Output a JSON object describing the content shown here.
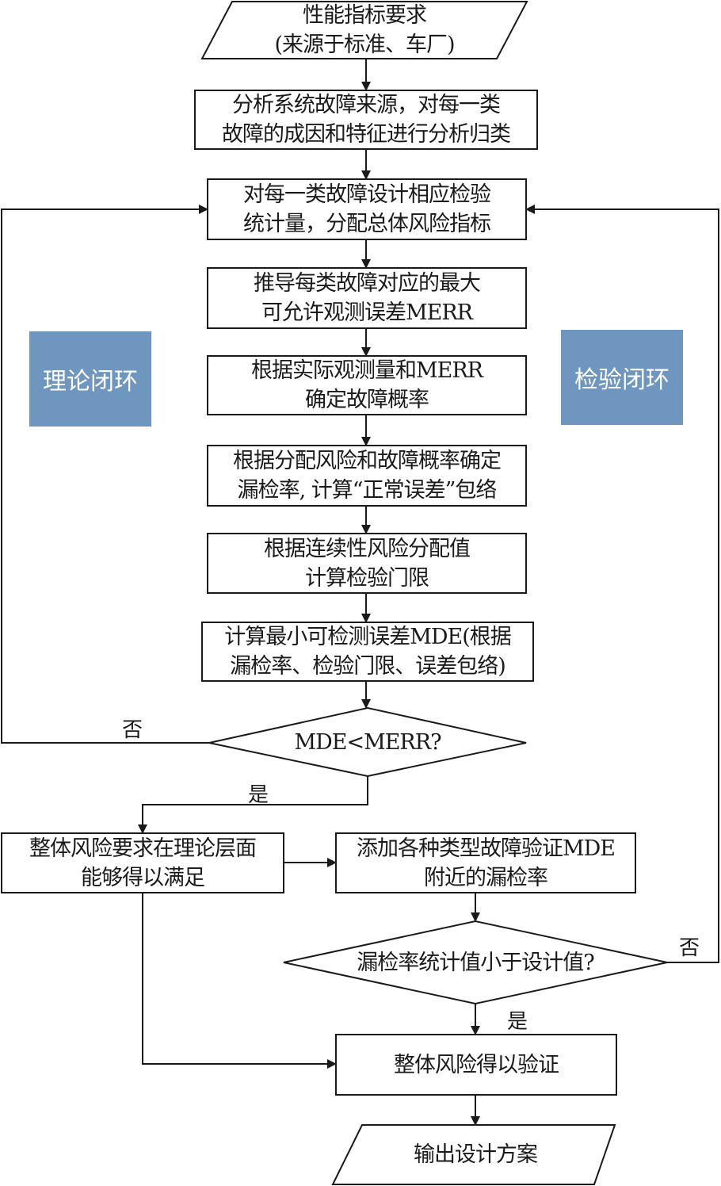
{
  "title": "Integrity risk design and verification flowchart",
  "colors": {
    "line": "#1a1a1a",
    "badge_bg": "#6f96bf",
    "badge_text": "#ffffff"
  },
  "nodes": {
    "input": {
      "shape": "parallelogram",
      "lines": [
        "性能指标要求",
        "(来源于标准、车厂)"
      ]
    },
    "analyze": {
      "shape": "rect",
      "lines": [
        "分析系统故障来源，对每一类",
        "故障的成因和特征进行分析归类"
      ]
    },
    "design_stat": {
      "shape": "rect",
      "lines": [
        "对每一类故障设计相应检验",
        "统计量，分配总体风险指标"
      ]
    },
    "derive_merr": {
      "shape": "rect",
      "lines": [
        "推导每类故障对应的最大",
        "可允许观测误差MERR"
      ]
    },
    "fault_prob": {
      "shape": "rect",
      "lines": [
        "根据实际观测量和MERR",
        "确定故障概率"
      ]
    },
    "missed_rate": {
      "shape": "rect",
      "lines": [
        "根据分配风险和故障概率确定",
        "漏检率, 计算“正常误差”包络"
      ]
    },
    "threshold": {
      "shape": "rect",
      "lines": [
        "根据连续性风险分配值",
        "计算检验门限"
      ]
    },
    "mde": {
      "shape": "rect",
      "lines": [
        "计算最小可检测误差MDE(根据",
        "漏检率、检验门限、误差包络)"
      ]
    },
    "decision1": {
      "shape": "diamond",
      "lines": [
        "MDE<MERR?"
      ]
    },
    "theory_ok": {
      "shape": "rect",
      "lines": [
        "整体风险要求在理论层面",
        "能够得以满足"
      ]
    },
    "inject": {
      "shape": "rect",
      "lines": [
        "添加各种类型故障验证MDE",
        "附近的漏检率"
      ]
    },
    "decision2": {
      "shape": "diamond",
      "lines": [
        "漏检率统计值小于设计值?"
      ]
    },
    "verified": {
      "shape": "rect",
      "lines": [
        "整体风险得以验证"
      ]
    },
    "output": {
      "shape": "parallelogram",
      "lines": [
        "输出设计方案"
      ]
    }
  },
  "edge_labels": {
    "d1_no": "否",
    "d1_yes": "是",
    "d2_no": "否",
    "d2_yes": "是"
  },
  "badges": {
    "theory_loop": "理论闭环",
    "verify_loop": "检验闭环"
  }
}
